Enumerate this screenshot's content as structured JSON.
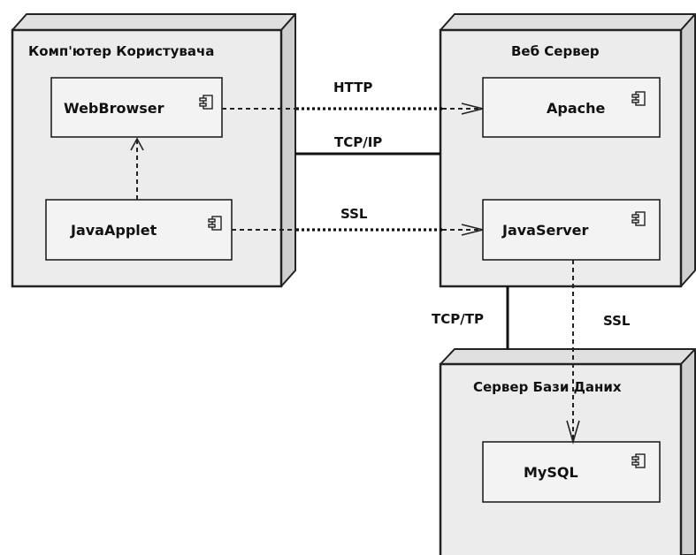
{
  "nodes": {
    "user_computer": {
      "title": "Комп'ютер Користувача",
      "components": {
        "webbrowser": "WebBrowser",
        "javaapplet": "JavaApplet"
      }
    },
    "web_server": {
      "title": "Веб Сервер",
      "components": {
        "apache": "Apache",
        "javaserver": "JavaServer"
      }
    },
    "db_server": {
      "title": "Сервер Бази Даних",
      "components": {
        "mysql": "MySQL"
      }
    }
  },
  "links": {
    "http": "HTTP",
    "tcpip_top": "TCP/IP",
    "ssl_left": "SSL",
    "tcpip_bottom": "TCP/TP",
    "ssl_bottom": "SSL"
  }
}
